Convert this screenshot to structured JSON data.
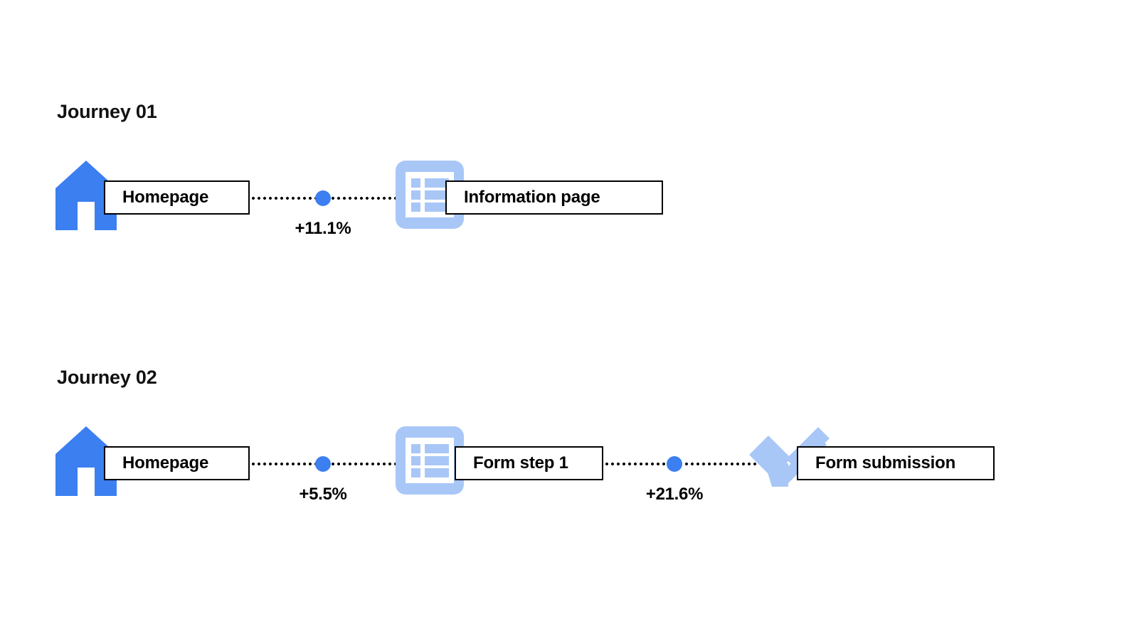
{
  "page": {
    "background_color": "#ffffff",
    "accent_blue": "#3b7ff0",
    "light_blue": "#a8c7f7",
    "text_color": "#000000"
  },
  "journeys": [
    {
      "id": "journey-01",
      "title": "Journey 01",
      "nodes": [
        {
          "id": "homepage",
          "label": "Homepage",
          "icon": "house-icon"
        },
        {
          "id": "information-page",
          "label": "Information page",
          "icon": "list-page-icon"
        }
      ],
      "connectors": [
        {
          "id": "conn-01-1",
          "label": "+11.1%",
          "value": 11.1,
          "from": "homepage",
          "to": "information-page"
        }
      ]
    },
    {
      "id": "journey-02",
      "title": "Journey 02",
      "nodes": [
        {
          "id": "homepage-2",
          "label": "Homepage",
          "icon": "house-icon"
        },
        {
          "id": "form-step-1",
          "label": "Form step 1",
          "icon": "list-page-icon"
        },
        {
          "id": "form-submission",
          "label": "Form submission",
          "icon": "checkmark-icon"
        }
      ],
      "connectors": [
        {
          "id": "conn-02-1",
          "label": "+5.5%",
          "value": 5.5,
          "from": "homepage-2",
          "to": "form-step-1"
        },
        {
          "id": "conn-02-2",
          "label": "+21.6%",
          "value": 21.6,
          "from": "form-step-1",
          "to": "form-submission"
        }
      ]
    }
  ]
}
